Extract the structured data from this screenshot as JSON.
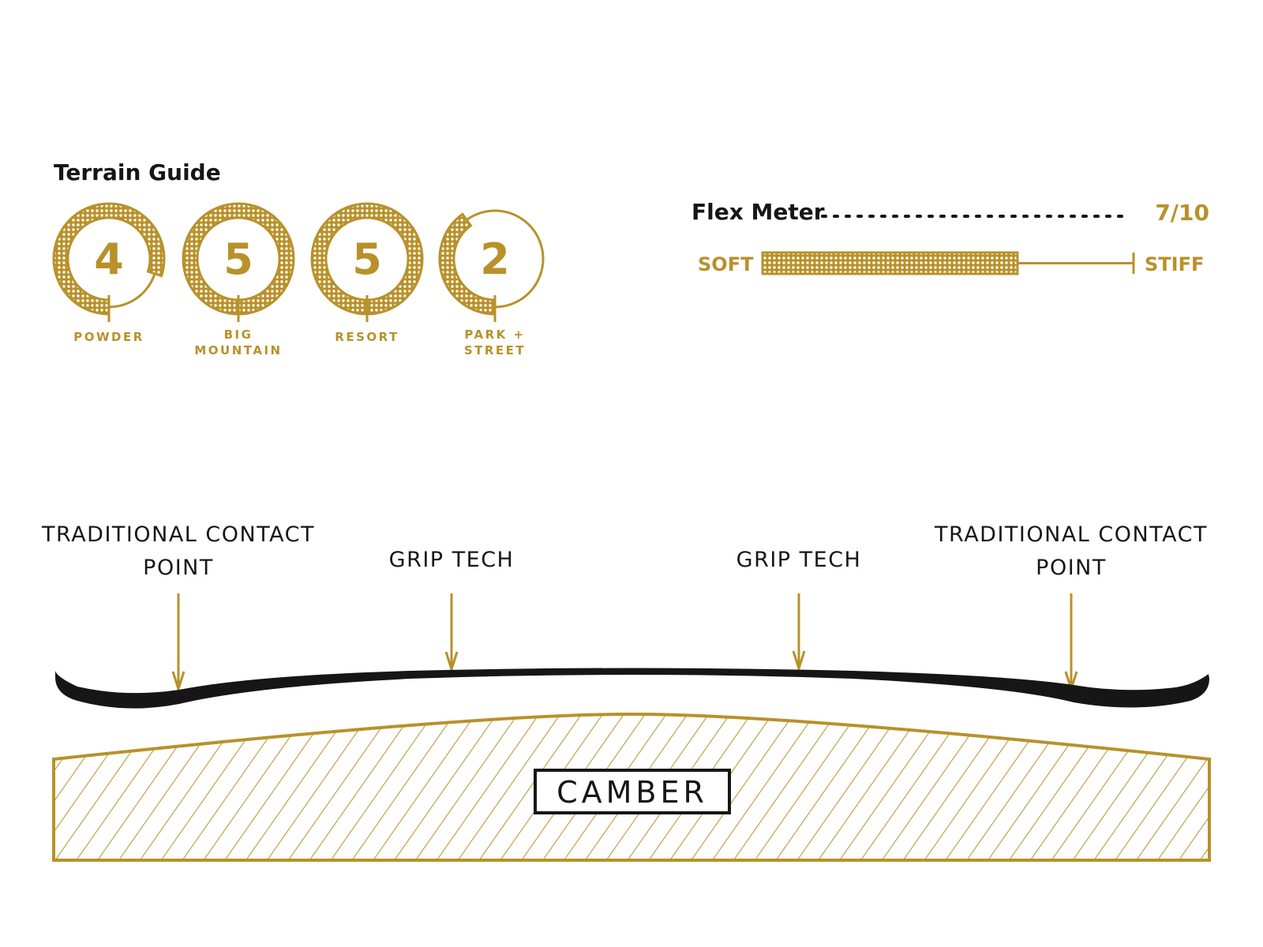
{
  "colors": {
    "gold": "#b8912a",
    "ink": "#161616",
    "background": "#ffffff"
  },
  "terrain_guide": {
    "title": "Terrain Guide",
    "max_rating": 5,
    "items": [
      {
        "rating": 4,
        "rating_text": "4",
        "label_lines": [
          "POWDER"
        ]
      },
      {
        "rating": 5,
        "rating_text": "5",
        "label_lines": [
          "BIG",
          "MOUNTAIN"
        ]
      },
      {
        "rating": 5,
        "rating_text": "5",
        "label_lines": [
          "RESORT"
        ]
      },
      {
        "rating": 2,
        "rating_text": "2",
        "label_lines": [
          "PARK +",
          "STREET"
        ]
      }
    ]
  },
  "flex_meter": {
    "title": "Flex Meter",
    "value_text": "7/10",
    "value": 7,
    "max": 10,
    "min_label": "SOFT",
    "max_label": "STIFF"
  },
  "profile": {
    "callouts": [
      {
        "lines": [
          "TRADITIONAL CONTACT",
          "POINT"
        ]
      },
      {
        "lines": [
          "GRIP TECH"
        ]
      },
      {
        "lines": [
          "GRIP TECH"
        ]
      },
      {
        "lines": [
          "TRADITIONAL CONTACT",
          "POINT"
        ]
      }
    ],
    "profile_type": "CAMBER"
  }
}
